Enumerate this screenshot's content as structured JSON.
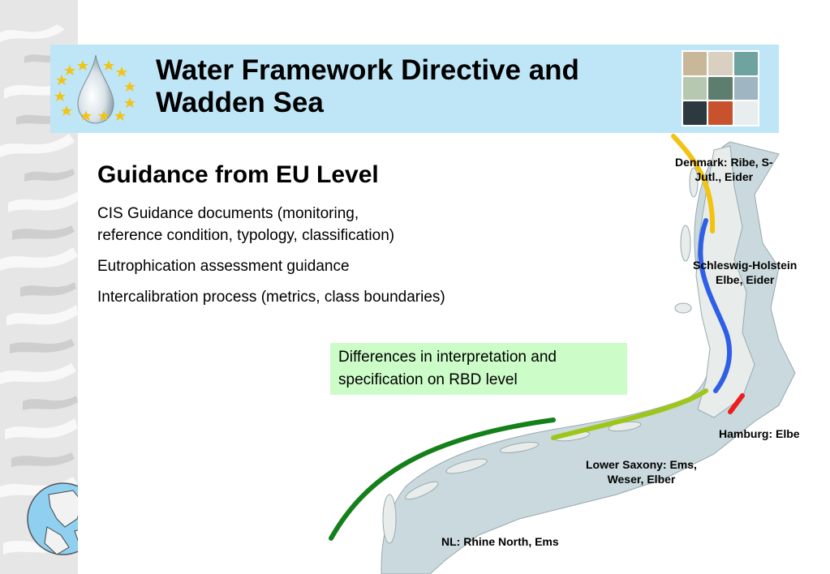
{
  "title": "Water Framework Directive and\nWadden Sea",
  "heading": "Guidance from EU Level",
  "bullets": [
    "CIS Guidance documents (monitoring,\nreference condition, typology, classification)",
    "Eutrophication assessment guidance",
    "Intercalibration process (metrics, class boundaries)"
  ],
  "callout": "Differences in interpretation and specification on RBD level",
  "map_labels": {
    "denmark": "Denmark: Ribe, S-\nJutl., Eider",
    "schleswig": "Schleswig-Holstein\nElbe, Eider",
    "hamburg": "Hamburg: Elbe",
    "lower_saxony": "Lower Saxony: Ems,\nWeser, Elber",
    "nl": "NL: Rhine North, Ems"
  },
  "colors": {
    "header_bg": "#bfe6f7",
    "callout_bg": "#ccfcc8",
    "denmark_line": "#f2c311",
    "schleswig_line": "#2f5fe6",
    "hamburg_line": "#ee1c1c",
    "lower_saxony_line": "#9ec61a",
    "nl_line": "#14801a"
  }
}
